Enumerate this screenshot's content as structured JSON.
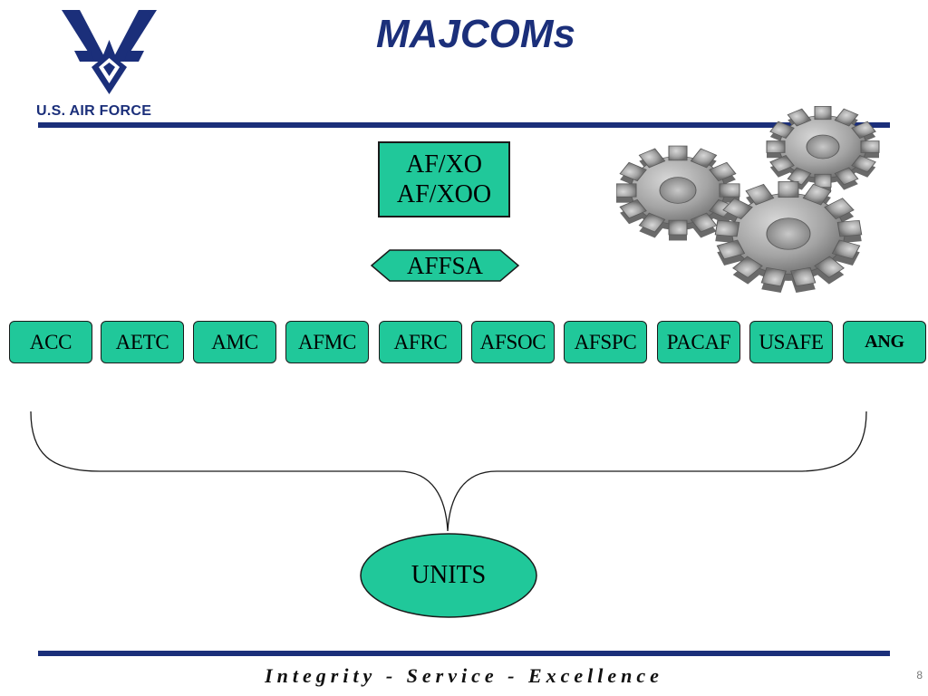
{
  "header": {
    "title": "MAJCOMs",
    "logo_text": "U.S. AIR FORCE"
  },
  "diagram": {
    "hq_box": {
      "line1": "AF/XO",
      "line2": "AF/XOO"
    },
    "agency": "AFFSA",
    "majcoms": [
      {
        "label": "ACC"
      },
      {
        "label": "AETC"
      },
      {
        "label": "AMC"
      },
      {
        "label": "AFMC"
      },
      {
        "label": "AFRC"
      },
      {
        "label": "AFSOC"
      },
      {
        "label": "AFSPC"
      },
      {
        "label": "PACAF"
      },
      {
        "label": "USAFE"
      },
      {
        "label": "ANG"
      }
    ],
    "units": "UNITS"
  },
  "footer": {
    "motto": "Integrity - Service - Excellence",
    "page_number": "8"
  },
  "colors": {
    "box_fill": "#20c89a",
    "brand_blue": "#1b2f7a",
    "gear_gray": "#9a9a9a"
  }
}
